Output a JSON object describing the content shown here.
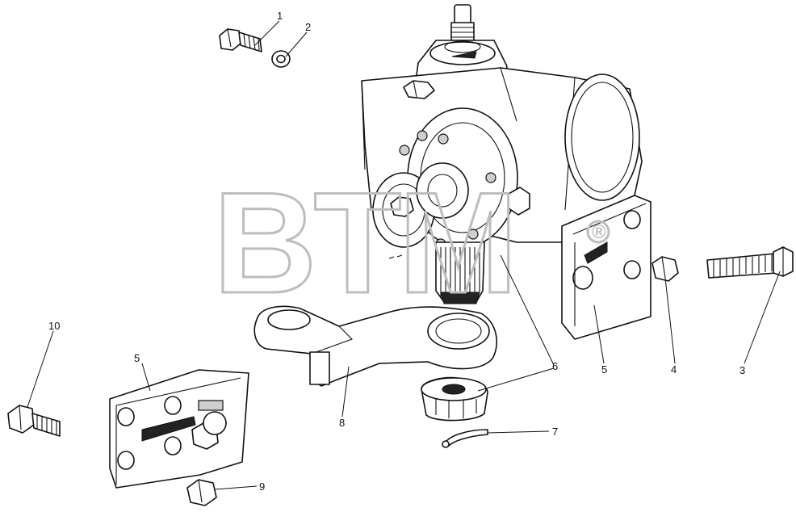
{
  "diagram": {
    "watermark": "BTM",
    "watermark_mark": "®",
    "callouts": [
      {
        "id": "c1",
        "text": "1"
      },
      {
        "id": "c2",
        "text": "2"
      },
      {
        "id": "c3",
        "text": "3"
      },
      {
        "id": "c4",
        "text": "4"
      },
      {
        "id": "c5a",
        "text": "5"
      },
      {
        "id": "c5b",
        "text": "5"
      },
      {
        "id": "c6",
        "text": "6"
      },
      {
        "id": "c7",
        "text": "7"
      },
      {
        "id": "c8",
        "text": "8"
      },
      {
        "id": "c9",
        "text": "9"
      },
      {
        "id": "c10",
        "text": "10"
      }
    ]
  },
  "colors": {
    "line": "#111111",
    "watermark": "#bdbdbd",
    "background": "#ffffff"
  }
}
